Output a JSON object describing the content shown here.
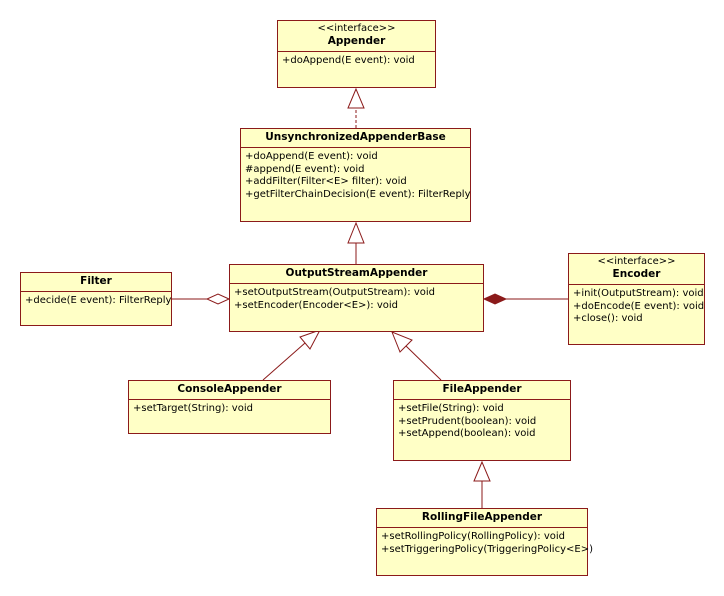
{
  "classes": {
    "appender": {
      "stereotype": "<<interface>>",
      "name": "Appender",
      "ops": [
        "+doAppend(E event): void"
      ]
    },
    "unsync": {
      "name": "UnsynchronizedAppenderBase",
      "ops": [
        "+doAppend(E event): void",
        "#append(E event): void",
        "+addFilter(Filter<E> filter): void",
        "+getFilterChainDecision(E event): FilterReply"
      ]
    },
    "filter": {
      "name": "Filter",
      "ops": [
        "+decide(E event): FilterReply"
      ]
    },
    "osa": {
      "name": "OutputStreamAppender",
      "ops": [
        "+setOutputStream(OutputStream): void",
        "+setEncoder(Encoder<E>): void"
      ]
    },
    "encoder": {
      "stereotype": "<<interface>>",
      "name": "Encoder",
      "ops": [
        "+init(OutputStream): void",
        "+doEncode(E event): void",
        "+close(): void"
      ]
    },
    "console": {
      "name": "ConsoleAppender",
      "ops": [
        "+setTarget(String): void"
      ]
    },
    "file": {
      "name": "FileAppender",
      "ops": [
        "+setFile(String): void",
        "+setPrudent(boolean): void",
        "+setAppend(boolean): void"
      ]
    },
    "rolling": {
      "name": "RollingFileAppender",
      "ops": [
        "+setRollingPolicy(RollingPolicy): void",
        "+setTriggeringPolicy(TriggeringPolicy<E>)"
      ]
    }
  },
  "colors": {
    "fill": "#ffffc6",
    "stroke": "#8b1a1a"
  }
}
